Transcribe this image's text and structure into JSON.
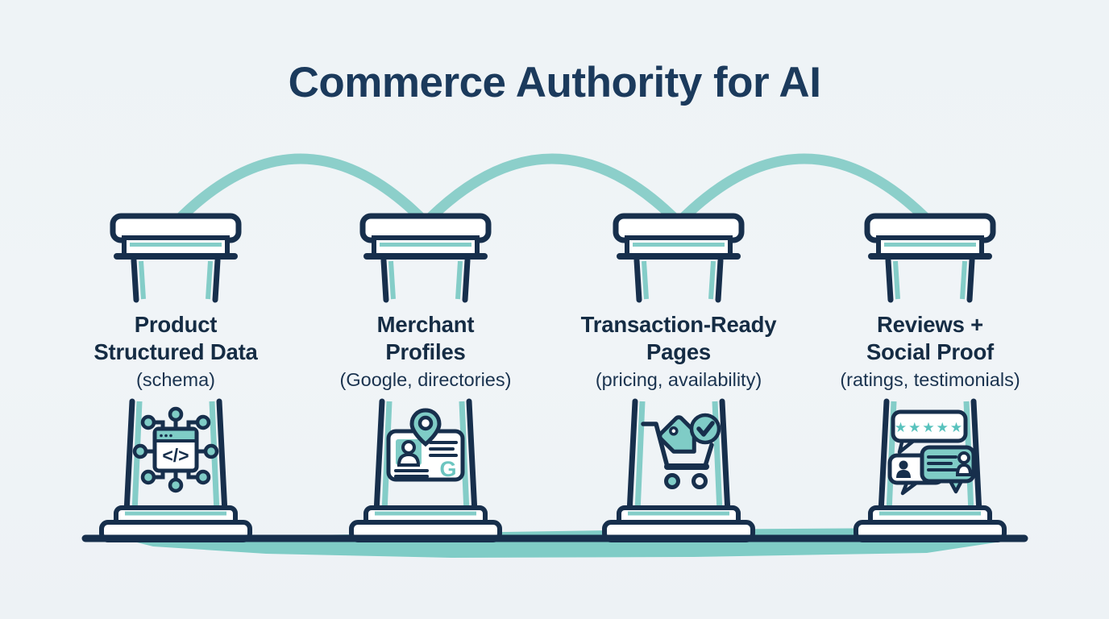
{
  "title": "Commerce Authority for AI",
  "pillars": [
    {
      "title_line1": "Product",
      "title_line2": "Structured Data",
      "subtitle": "(schema)",
      "icon": "structured-data-schema-icon"
    },
    {
      "title_line1": "Merchant",
      "title_line2": "Profiles",
      "subtitle": "(Google, directories)",
      "icon": "merchant-profile-card-icon"
    },
    {
      "title_line1": "Transaction-Ready",
      "title_line2": "Pages",
      "subtitle": "(pricing, availability)",
      "icon": "transaction-cart-icon"
    },
    {
      "title_line1": "Reviews +",
      "title_line2": "Social Proof",
      "subtitle": "(ratings, testimonials)",
      "icon": "reviews-social-proof-icon"
    }
  ],
  "icon_glyphs": {
    "code_glyph": "</>",
    "google_g": "G",
    "stars": "★★★★★"
  },
  "colors": {
    "navy": "#172f4c",
    "teal": "#84cdc8",
    "teal_strong": "#5fc3be",
    "background": "#eff3f6"
  }
}
